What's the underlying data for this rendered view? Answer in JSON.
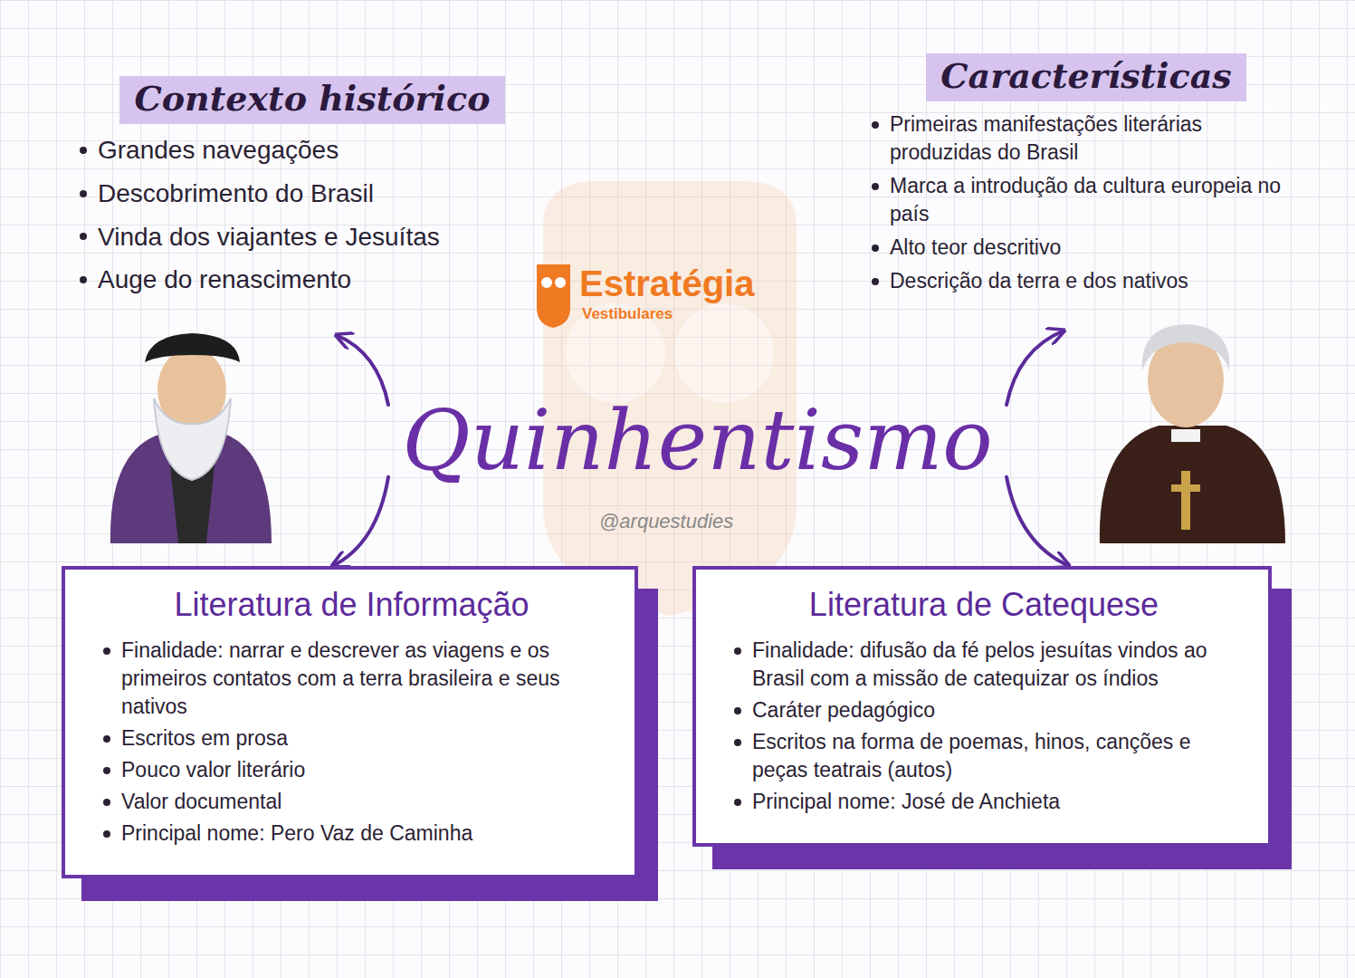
{
  "diagram": {
    "nodes": [
      {
        "text": [
          "Contexto histórico",
          "Grandes navegações",
          "Descobrimento do Brasil",
          "Vinda dos viajantes e Jesuítas",
          "Auge do renascimento"
        ]
      },
      {
        "text": [
          "Características",
          "Primeiras manifestações literárias produzidas do Brasil",
          "Marca a introdução da cultura europeia no país",
          "Alto teor descritivo",
          "Descrição da terra e dos nativos"
        ]
      },
      {
        "text": [
          "Quinhentismo"
        ]
      },
      {
        "text": [
          "Literatura de Informação",
          "Finalidade: narrar e descrever as viagens e os primeiros contatos com a terra brasileira e seus nativos",
          "Escritos em prosa",
          "Pouco valor literário",
          "Valor documental",
          "Principal nome: Pero Vaz de Caminha"
        ]
      },
      {
        "text": [
          "Literatura de Catequese",
          "Finalidade: difusão da fé pelos jesuítas vindos ao Brasil com a missão de catequizar os índios",
          "Caráter pedagógico",
          "Escritos na forma de poemas, hinos, canções e peças teatrais (autos)",
          "Principal nome: José de Anchieta"
        ]
      }
    ],
    "edges": [
      {
        "from": 2,
        "to": 0,
        "arrow": "to"
      },
      {
        "from": 2,
        "to": 1,
        "arrow": "to"
      },
      {
        "from": 2,
        "to": 3,
        "arrow": "to"
      },
      {
        "from": 2,
        "to": 4,
        "arrow": "to"
      }
    ],
    "labels": [
      "Estratégia",
      "Vestibulares",
      "@arquestudies"
    ]
  }
}
